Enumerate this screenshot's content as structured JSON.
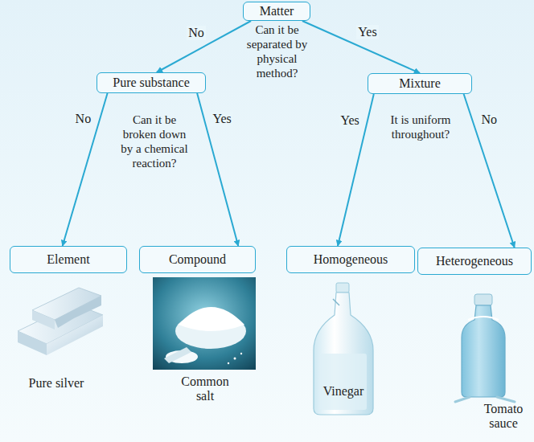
{
  "diagram": {
    "nodes": [
      {
        "text": [
          "Matter"
        ]
      },
      {
        "text": [
          "Pure substance"
        ]
      },
      {
        "text": [
          "Mixture"
        ]
      },
      {
        "text": [
          "Element"
        ]
      },
      {
        "text": [
          "Compound"
        ]
      },
      {
        "text": [
          "Homogeneous"
        ]
      },
      {
        "text": [
          "Heterogeneous"
        ]
      }
    ],
    "edges": [
      {
        "from": 0,
        "to": 1,
        "label": "No",
        "arrow": "to"
      },
      {
        "from": 0,
        "to": 2,
        "label": "Yes",
        "arrow": "to"
      },
      {
        "from": 1,
        "to": 3,
        "label": "No",
        "arrow": "to"
      },
      {
        "from": 1,
        "to": 4,
        "label": "Yes",
        "arrow": "to"
      },
      {
        "from": 2,
        "to": 5,
        "label": "Yes",
        "arrow": "to"
      },
      {
        "from": 2,
        "to": 6,
        "label": "No",
        "arrow": "to"
      }
    ],
    "labels": [
      "Can it be separated by physical method?",
      "Can it be broken down by a chemical reaction?",
      "It is uniform throughout?",
      "Pure silver",
      "Common salt",
      "Vinegar",
      "Tomato sauce"
    ]
  }
}
